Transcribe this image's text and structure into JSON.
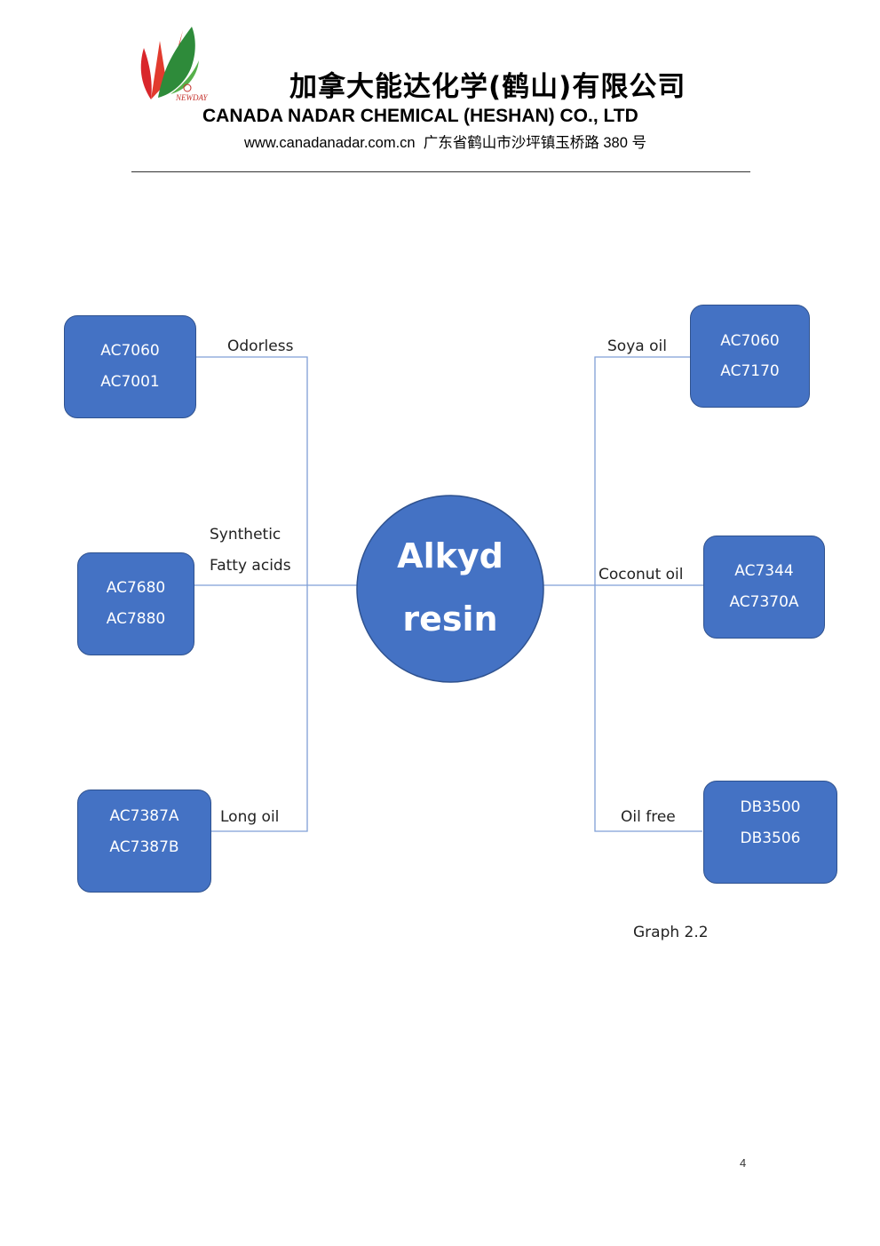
{
  "header": {
    "logo_text": "NEWDAY",
    "company_cn": "加拿大能达化学(鹤山)有限公司",
    "company_en": "CANADA NADAR CHEMICAL (HESHAN) CO., LTD",
    "website": "www.canadanadar.com.cn",
    "address": "广东省鹤山市沙坪镇玉桥路 380 号"
  },
  "diagram": {
    "center": {
      "line1": "Alkyd",
      "line2": "resin"
    },
    "branches": [
      {
        "label": "Odorless",
        "codes": [
          "AC7060",
          "AC7001"
        ]
      },
      {
        "label_line1": "Synthetic",
        "label_line2": "Fatty acids",
        "codes": [
          "AC7680",
          "AC7880"
        ]
      },
      {
        "label": "Long oil",
        "codes": [
          "AC7387A",
          "AC7387B"
        ]
      },
      {
        "label": "Soya oil",
        "codes": [
          "AC7060",
          "AC7170"
        ]
      },
      {
        "label": "Coconut oil",
        "codes": [
          "AC7344",
          "AC7370A"
        ]
      },
      {
        "label": "Oil free",
        "codes": [
          "DB3500",
          "DB3506"
        ]
      }
    ],
    "colors": {
      "node_fill": "#4472c4",
      "node_border": "#2f528f",
      "connector": "#7f9fd6"
    }
  },
  "caption": "Graph 2.2",
  "page_number": "4"
}
